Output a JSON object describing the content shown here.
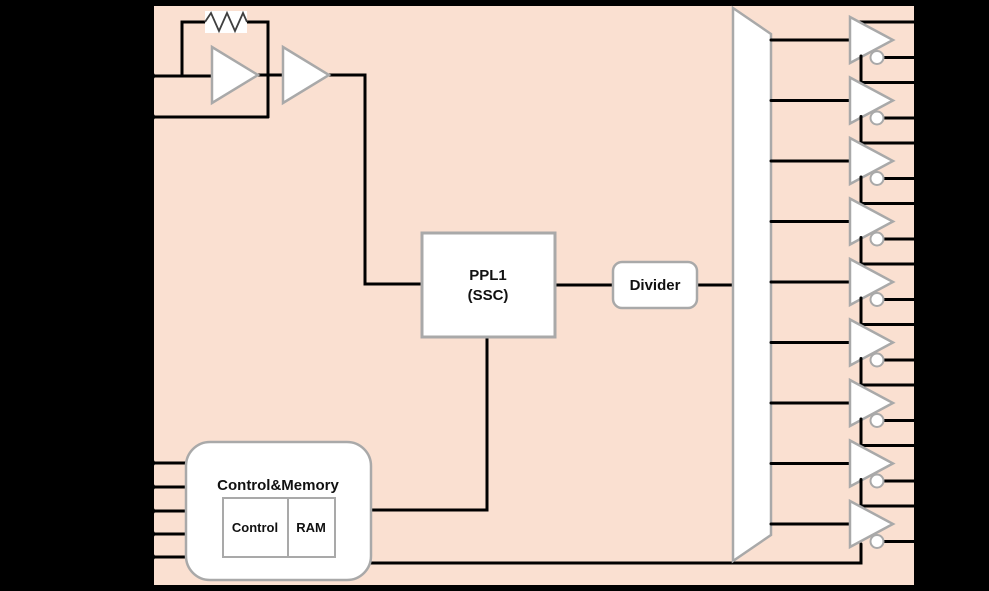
{
  "diagram": {
    "type": "chip-block-diagram",
    "description": "Clock generator IC block diagram"
  },
  "blocks": {
    "pll": {
      "line1": "PPL1",
      "line2": "(SSC)"
    },
    "divider": {
      "label": "Divider"
    },
    "control_memory": {
      "title": "Control&Memory",
      "control": "Control",
      "ram": "RAM"
    }
  },
  "output_buffers": {
    "count": 9,
    "pins_per_buffer": 2,
    "style": "triangle-with-inverter-bubble"
  },
  "pins": {
    "left_oscillator_count": 2,
    "left_control_count": 5,
    "right_output_count": 18
  },
  "icons": {
    "resistor": "zigzag-resistor",
    "oscillator_amp": "triangle-buffer",
    "distribution": "trapezoid-fanout",
    "output_driver": "triangle-buffer-with-bubble"
  },
  "colors": {
    "background": "#000000",
    "chip_fill": "#fae0d1",
    "chip_border": "#000000",
    "wire": "#000000",
    "block_fill": "#ffffff",
    "block_border": "#a9a9a9",
    "text": "#111111"
  }
}
